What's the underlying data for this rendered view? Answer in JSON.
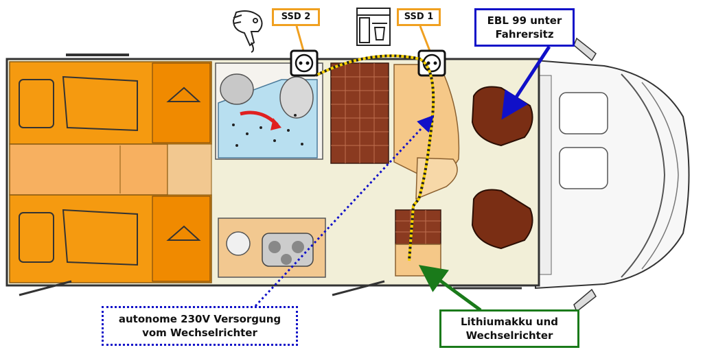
{
  "labels": {
    "ssd2": "SSD 2",
    "ssd1": "SSD 1",
    "ebl_line1": "EBL 99 unter",
    "ebl_line2": "Fahrersitz",
    "auto_line1": "autonome 230V Versorgung",
    "auto_line2": "vom Wechselrichter",
    "lith_line1": "Lithiumakku und",
    "lith_line2": "Wechselrichter"
  },
  "icons": {
    "socket_ssd2": "power-socket-icon",
    "socket_ssd1": "power-socket-icon",
    "hairdryer": "hair-dryer-icon",
    "coffee_machine": "coffee-machine-icon"
  },
  "colors": {
    "ssd_border": "#f0a020",
    "ebl_border": "#1010c8",
    "inverter_supply": "#1010c8",
    "battery_border": "#1a7a1a",
    "cable": "#f5d000"
  }
}
